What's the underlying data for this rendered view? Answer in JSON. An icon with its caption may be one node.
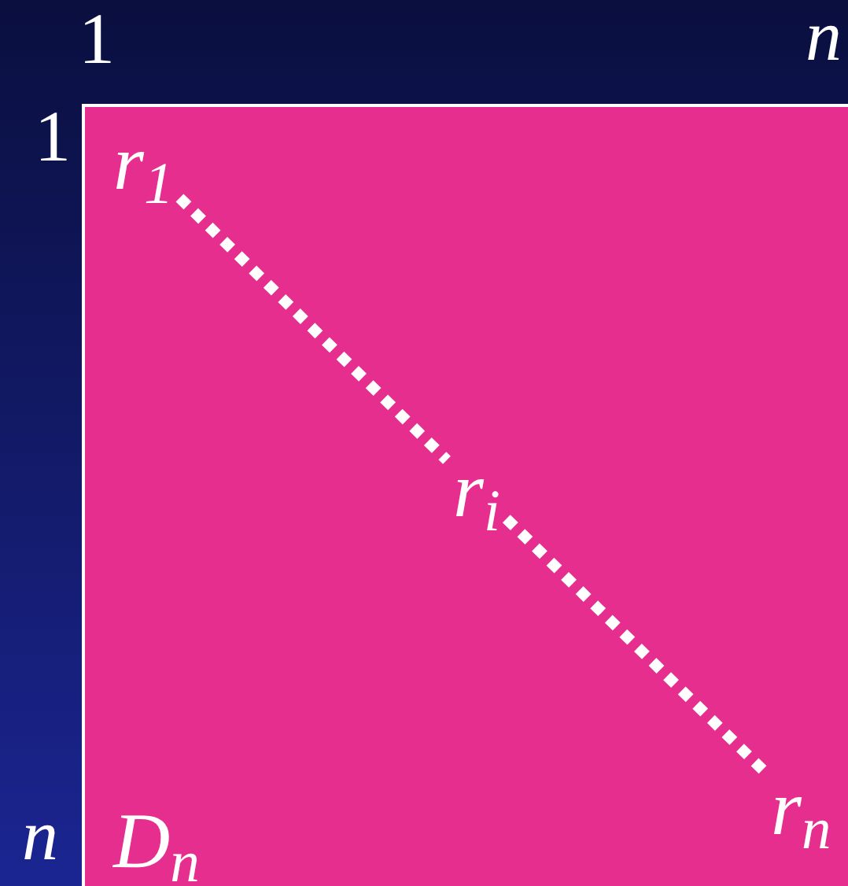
{
  "diagram": {
    "nodes": [
      {
        "text": [
          "D$_{n}$"
        ]
      },
      {
        "text": [
          "r$_{1}$"
        ],
        "in": 0
      },
      {
        "text": [
          "r$_{i}$"
        ],
        "in": 0
      },
      {
        "text": [
          "r$_{n}$"
        ],
        "in": 0
      }
    ],
    "edges": [
      {
        "from": 1,
        "to": 2,
        "arrow": "none",
        "style": "dashed"
      },
      {
        "from": 2,
        "to": 3,
        "arrow": "none",
        "style": "dashed"
      }
    ],
    "labels": [
      "1",
      "n",
      "1",
      "n"
    ]
  }
}
